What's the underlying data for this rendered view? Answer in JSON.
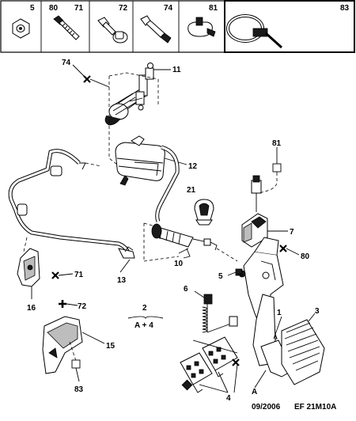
{
  "header_parts": [
    {
      "ref": "5",
      "icon": "hex-nut-icon"
    },
    {
      "ref": "80",
      "icon": "screw-icon"
    },
    {
      "ref": "71",
      "icon": "screw-icon"
    },
    {
      "ref": "72",
      "icon": "flanged-bolt-icon"
    },
    {
      "ref": "74",
      "icon": "bolt-icon"
    },
    {
      "ref": "81",
      "icon": "clip-icon"
    },
    {
      "ref": "83",
      "icon": "cable-tie-icon"
    }
  ],
  "callouts": {
    "p74": "74",
    "p11": "11",
    "p12": "12",
    "p21": "21",
    "p81": "81",
    "p7": "7",
    "p80": "80",
    "p10": "10",
    "p71": "71",
    "p13": "13",
    "p16": "16",
    "p5": "5",
    "p6": "6",
    "p3": "3",
    "p1": "1",
    "p72": "72",
    "p15": "15",
    "p83": "83",
    "p4": "4",
    "pA": "A"
  },
  "note": {
    "top": "2",
    "bottom": "A + 4"
  },
  "footer": {
    "date": "09/2006",
    "code": "EF 21M10A"
  }
}
